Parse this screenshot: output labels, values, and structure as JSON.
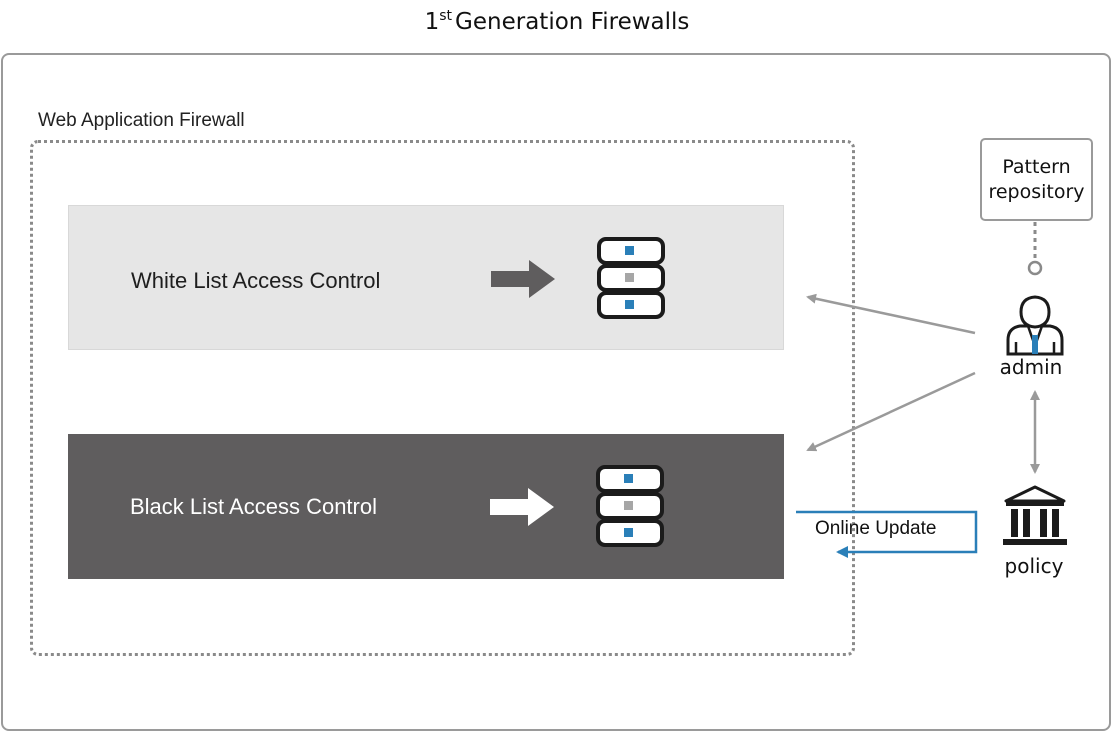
{
  "diagram": {
    "title_sup": "st",
    "title_number": "1",
    "title_rest": "Generation Firewalls",
    "waf_label": "Web Application Firewall",
    "white_panel_label": "White List Access Control",
    "black_panel_label": "Black List Access Control",
    "repository": {
      "line1": "Pattern",
      "line2": "repository"
    },
    "admin_label": "admin",
    "policy_label": "policy",
    "update_label": "Online Update"
  },
  "icons": {
    "white_arrow": "right-arrow-icon",
    "black_arrow": "right-arrow-icon",
    "server": "server-stack-icon",
    "admin": "admin-person-icon",
    "policy": "institution-building-icon"
  },
  "colors": {
    "white_panel_bg": "#e6e6e6",
    "black_panel_bg": "#5f5d5e",
    "connector_gray": "#9a9a9a",
    "update_blue": "#2a7fb8",
    "server_dot_blue": "#2a7fb8"
  }
}
